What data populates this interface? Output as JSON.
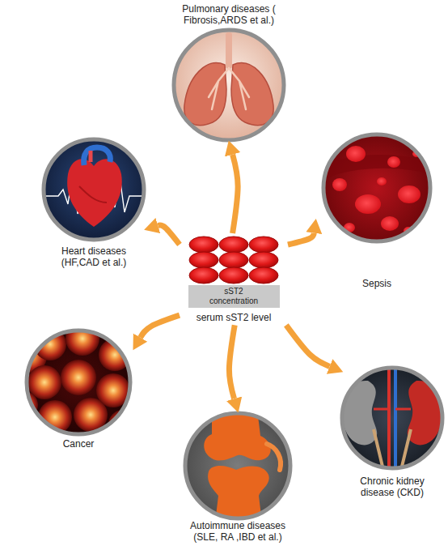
{
  "diagram": {
    "nodes": [
      {
        "text": [
          "Pulmonary diseases ( Fibrosis,ARDS et al.)"
        ]
      },
      {
        "text": [
          "Heart diseases (HF,CAD et al.)"
        ]
      },
      {
        "text": [
          "Sepsis"
        ]
      },
      {
        "text": [
          "sST2 concentration",
          "serum sST2 level"
        ]
      },
      {
        "text": [
          "Cancer"
        ]
      },
      {
        "text": [
          "Chronic kidney disease (CKD)"
        ]
      },
      {
        "text": [
          "Autoimmune diseases (SLE, RA ,IBD et al.)"
        ]
      }
    ],
    "edges": [
      {
        "from": 3,
        "to": 0,
        "arrow": "to"
      },
      {
        "from": 3,
        "to": 1,
        "arrow": "to"
      },
      {
        "from": 3,
        "to": 2,
        "arrow": "to"
      },
      {
        "from": 3,
        "to": 4,
        "arrow": "to"
      },
      {
        "from": 3,
        "to": 5,
        "arrow": "to"
      },
      {
        "from": 3,
        "to": 6,
        "arrow": "to"
      }
    ]
  }
}
